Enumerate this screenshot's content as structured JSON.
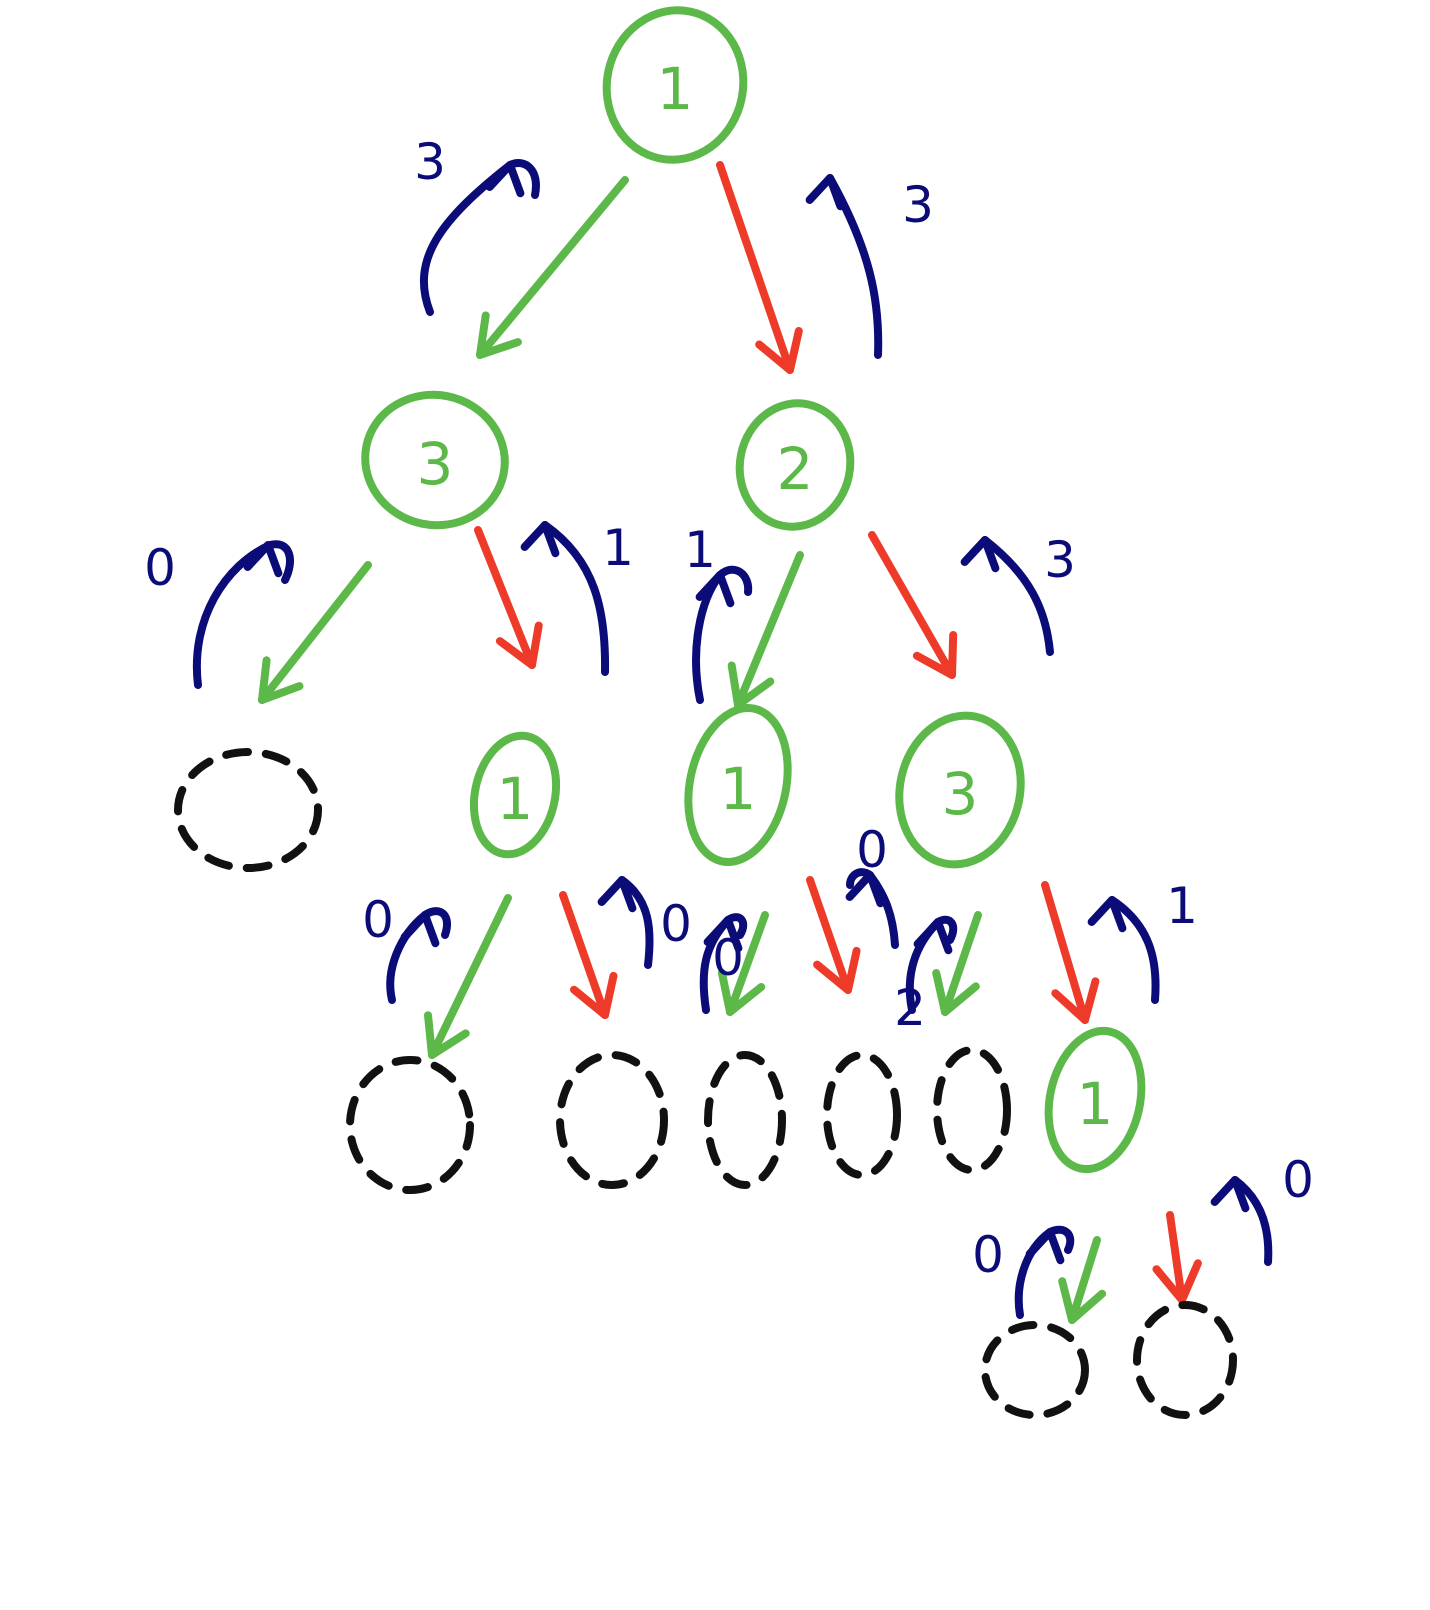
{
  "colors": {
    "node": "#5cb848",
    "left_edge": "#5cb848",
    "right_edge": "#ee3a28",
    "return_arrow": "#0c0c78",
    "null_node": "#111111",
    "background": "#ffffff"
  },
  "tree": {
    "nodes": [
      {
        "id": "n1",
        "label": "1"
      },
      {
        "id": "n3a",
        "label": "3"
      },
      {
        "id": "n2",
        "label": "2"
      },
      {
        "id": "n1b",
        "label": "1"
      },
      {
        "id": "n1c",
        "label": "1"
      },
      {
        "id": "n3b",
        "label": "3"
      },
      {
        "id": "n1d",
        "label": "1"
      }
    ],
    "null_nodes": [
      "x1",
      "x2",
      "x3",
      "x4",
      "x5",
      "x6",
      "x7",
      "x8",
      "x9"
    ],
    "edges": [
      {
        "from": "n1",
        "to": "n3a",
        "side": "left",
        "return_value": "3"
      },
      {
        "from": "n1",
        "to": "n2",
        "side": "right",
        "return_value": "3"
      },
      {
        "from": "n3a",
        "to": "x1",
        "side": "left",
        "return_value": "0"
      },
      {
        "from": "n3a",
        "to": "n1b",
        "side": "right",
        "return_value": "1"
      },
      {
        "from": "n2",
        "to": "n1c",
        "side": "left",
        "return_value": "1"
      },
      {
        "from": "n2",
        "to": "n3b",
        "side": "right",
        "return_value": "3"
      },
      {
        "from": "n1b",
        "to": "x2",
        "side": "left",
        "return_value": "0"
      },
      {
        "from": "n1b",
        "to": "x3",
        "side": "right",
        "return_value": "0"
      },
      {
        "from": "n1c",
        "to": "x4",
        "side": "left",
        "return_value": "0"
      },
      {
        "from": "n1c",
        "to": "x5",
        "side": "right",
        "return_value": "0"
      },
      {
        "from": "n3b",
        "to": "x6",
        "side": "left",
        "return_value": "2"
      },
      {
        "from": "n3b",
        "to": "n1d",
        "side": "right",
        "return_value": "1"
      },
      {
        "from": "n1d",
        "to": "x7",
        "side": "left",
        "return_value": "0"
      },
      {
        "from": "n1d",
        "to": "x8",
        "side": "right",
        "return_value": "0"
      }
    ]
  }
}
